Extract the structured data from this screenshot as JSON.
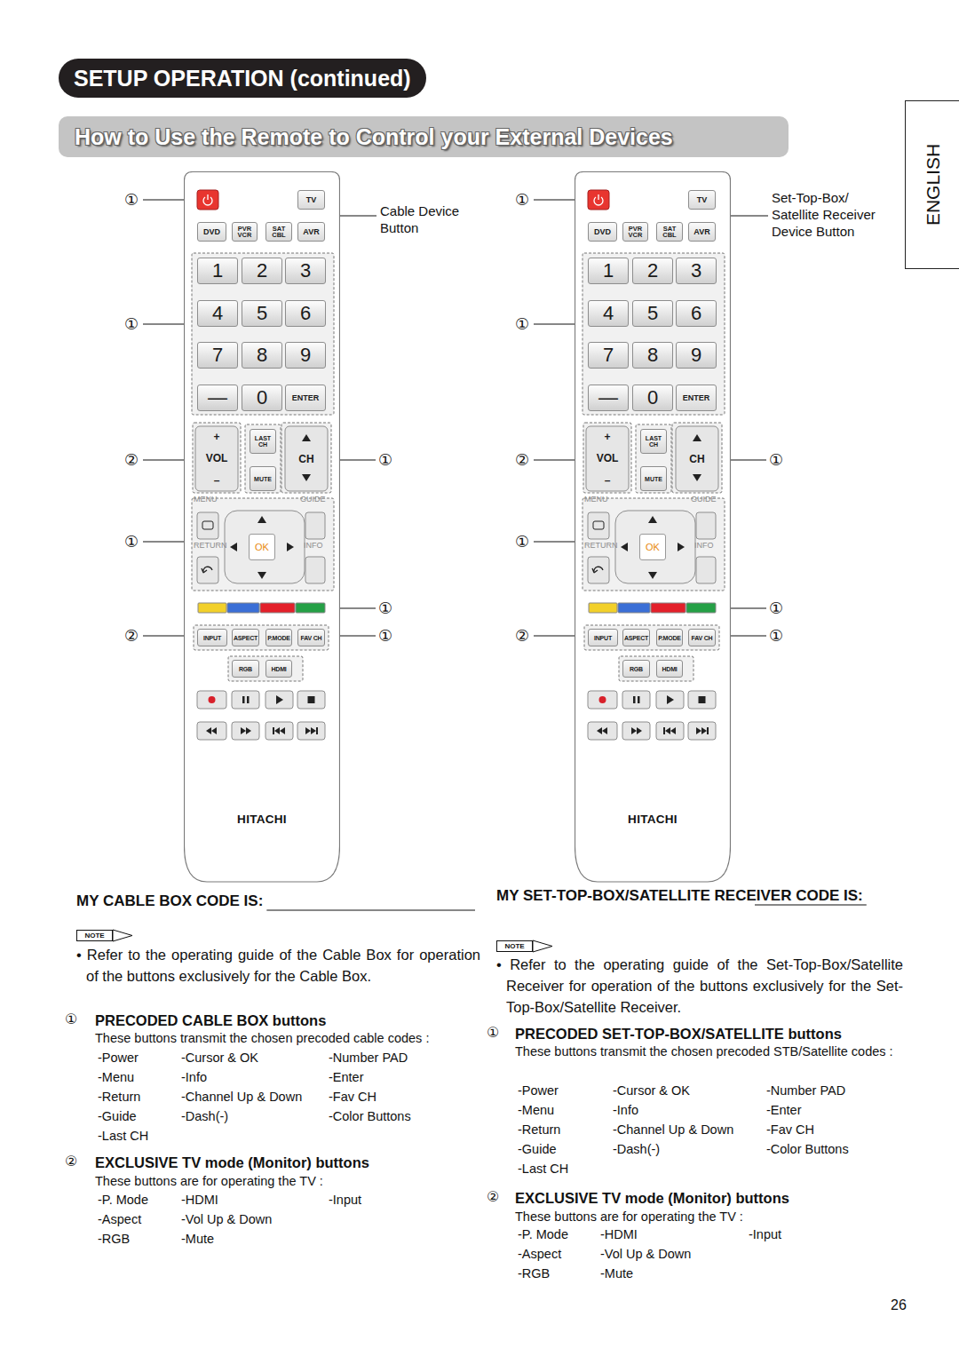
{
  "diagram": {
    "nodes": [
      {
        "text": [
          "SETUP OPERATION (continued)"
        ]
      },
      {
        "text": [
          "How to Use the Remote to Control your External Devices"
        ]
      },
      {
        "text": [
          "ENGLISH"
        ]
      },
      {
        "text": [
          "HITACHI"
        ]
      },
      {
        "text": [
          "TV"
        ],
        "in": 3
      },
      {
        "text": [
          "DVD"
        ],
        "in": 3
      },
      {
        "text": [
          "PVR VCR"
        ],
        "in": 3
      },
      {
        "text": [
          "SAT CBL"
        ],
        "in": 3
      },
      {
        "text": [
          "AVR"
        ],
        "in": 3
      },
      {
        "text": [
          "1"
        ],
        "in": 3
      },
      {
        "text": [
          "2"
        ],
        "in": 3
      },
      {
        "text": [
          "3"
        ],
        "in": 3
      },
      {
        "text": [
          "4"
        ],
        "in": 3
      },
      {
        "text": [
          "5"
        ],
        "in": 3
      },
      {
        "text": [
          "6"
        ],
        "in": 3
      },
      {
        "text": [
          "7"
        ],
        "in": 3
      },
      {
        "text": [
          "8"
        ],
        "in": 3
      },
      {
        "text": [
          "9"
        ],
        "in": 3
      },
      {
        "text": [
          "—"
        ],
        "in": 3
      },
      {
        "text": [
          "0"
        ],
        "in": 3
      },
      {
        "text": [
          "ENTER"
        ],
        "in": 3
      },
      {
        "text": [
          "+",
          "VOL",
          "–"
        ],
        "in": 3
      },
      {
        "text": [
          "LAST CH"
        ],
        "in": 3
      },
      {
        "text": [
          "CH"
        ],
        "in": 3
      },
      {
        "text": [
          "MUTE"
        ],
        "in": 3
      },
      {
        "text": [
          "OK"
        ],
        "in": 3
      },
      {
        "text": [
          "INPUT"
        ],
        "in": 3
      },
      {
        "text": [
          "ASPECT"
        ],
        "in": 3
      },
      {
        "text": [
          "P.MODE"
        ],
        "in": 3
      },
      {
        "text": [
          "FAV CH"
        ],
        "in": 3
      },
      {
        "text": [
          "RGB"
        ],
        "in": 3
      },
      {
        "text": [
          "HDMI"
        ],
        "in": 3
      },
      {
        "text": [
          "HITACHI"
        ]
      },
      {
        "text": [
          "TV"
        ],
        "in": 32
      },
      {
        "text": [
          "DVD"
        ],
        "in": 32
      },
      {
        "text": [
          "PVR VCR"
        ],
        "in": 32
      },
      {
        "text": [
          "SAT CBL"
        ],
        "in": 32
      },
      {
        "text": [
          "AVR"
        ],
        "in": 32
      },
      {
        "text": [
          "1"
        ],
        "in": 32
      },
      {
        "text": [
          "2"
        ],
        "in": 32
      },
      {
        "text": [
          "3"
        ],
        "in": 32
      },
      {
        "text": [
          "4"
        ],
        "in": 32
      },
      {
        "text": [
          "5"
        ],
        "in": 32
      },
      {
        "text": [
          "6"
        ],
        "in": 32
      },
      {
        "text": [
          "7"
        ],
        "in": 32
      },
      {
        "text": [
          "8"
        ],
        "in": 32
      },
      {
        "text": [
          "9"
        ],
        "in": 32
      },
      {
        "text": [
          "—"
        ],
        "in": 32
      },
      {
        "text": [
          "0"
        ],
        "in": 32
      },
      {
        "text": [
          "ENTER"
        ],
        "in": 32
      },
      {
        "text": [
          "+",
          "VOL",
          "–"
        ],
        "in": 32
      },
      {
        "text": [
          "LAST CH"
        ],
        "in": 32
      },
      {
        "text": [
          "CH"
        ],
        "in": 32
      },
      {
        "text": [
          "MUTE"
        ],
        "in": 32
      },
      {
        "text": [
          "OK"
        ],
        "in": 32
      },
      {
        "text": [
          "INPUT"
        ],
        "in": 32
      },
      {
        "text": [
          "ASPECT"
        ],
        "in": 32
      },
      {
        "text": [
          "P.MODE"
        ],
        "in": 32
      },
      {
        "text": [
          "FAV CH"
        ],
        "in": 32
      },
      {
        "text": [
          "RGB"
        ],
        "in": 32
      },
      {
        "text": [
          "HDMI"
        ],
        "in": 32
      },
      {
        "text": [
          "NOTE"
        ]
      },
      {
        "text": [
          "NOTE"
        ]
      }
    ],
    "labels": [
      "①",
      "①",
      "②",
      "①",
      "②",
      "①",
      "①",
      "①",
      "Cable Device Button",
      "MENU",
      "GUIDE",
      "RETURN",
      "INFO",
      "①",
      "①",
      "②",
      "①",
      "②",
      "①",
      "①",
      "①",
      "Set-Top-Box/ Satellite Receiver Device Button",
      "MENU",
      "GUIDE",
      "RETURN",
      "INFO",
      "MY CABLE BOX CODE IS:",
      "• Refer to the operating guide of the Cable Box for operation of the buttons exclusively for the Cable Box.",
      "①",
      "PRECODED CABLE BOX buttons",
      "These buttons transmit the chosen precoded cable codes :",
      "-Power",
      "-Cursor & OK",
      "-Number PAD",
      "-Menu",
      "-Info",
      "-Enter",
      "-Return",
      "-Channel Up & Down",
      "-Fav CH",
      "-Guide",
      "-Dash(-)",
      "-Color Buttons",
      "-Last CH",
      "②",
      "EXCLUSIVE TV mode (Monitor) buttons",
      "These buttons are for operating the TV :",
      "-P. Mode",
      "-HDMI",
      "-Input",
      "-Aspect",
      "-Vol Up & Down",
      "-RGB",
      "-Mute",
      "MY SET-TOP-BOX/SATELLITE RECEIVER CODE IS:",
      "• Refer to the operating guide of the Set-Top-Box/Satellite Receiver for operation of the buttons exclusively for the Set-Top-Box/Satellite Receiver.",
      "①",
      "PRECODED SET-TOP-BOX/SATELLITE buttons",
      "These buttons transmit the chosen precoded STB/Satellite codes :",
      "-Power",
      "-Cursor & OK",
      "-Number PAD",
      "-Menu",
      "-Info",
      "-Enter",
      "-Return",
      "-Channel Up & Down",
      "-Fav CH",
      "-Guide",
      "-Dash(-)",
      "-Color Buttons",
      "-Last CH",
      "②",
      "EXCLUSIVE TV mode (Monitor) buttons",
      "These buttons are for operating the TV :",
      "-P. Mode",
      "-HDMI",
      "-Input",
      "-Aspect",
      "-Vol Up & Down",
      "-RGB",
      "-Mute",
      "26"
    ]
  }
}
